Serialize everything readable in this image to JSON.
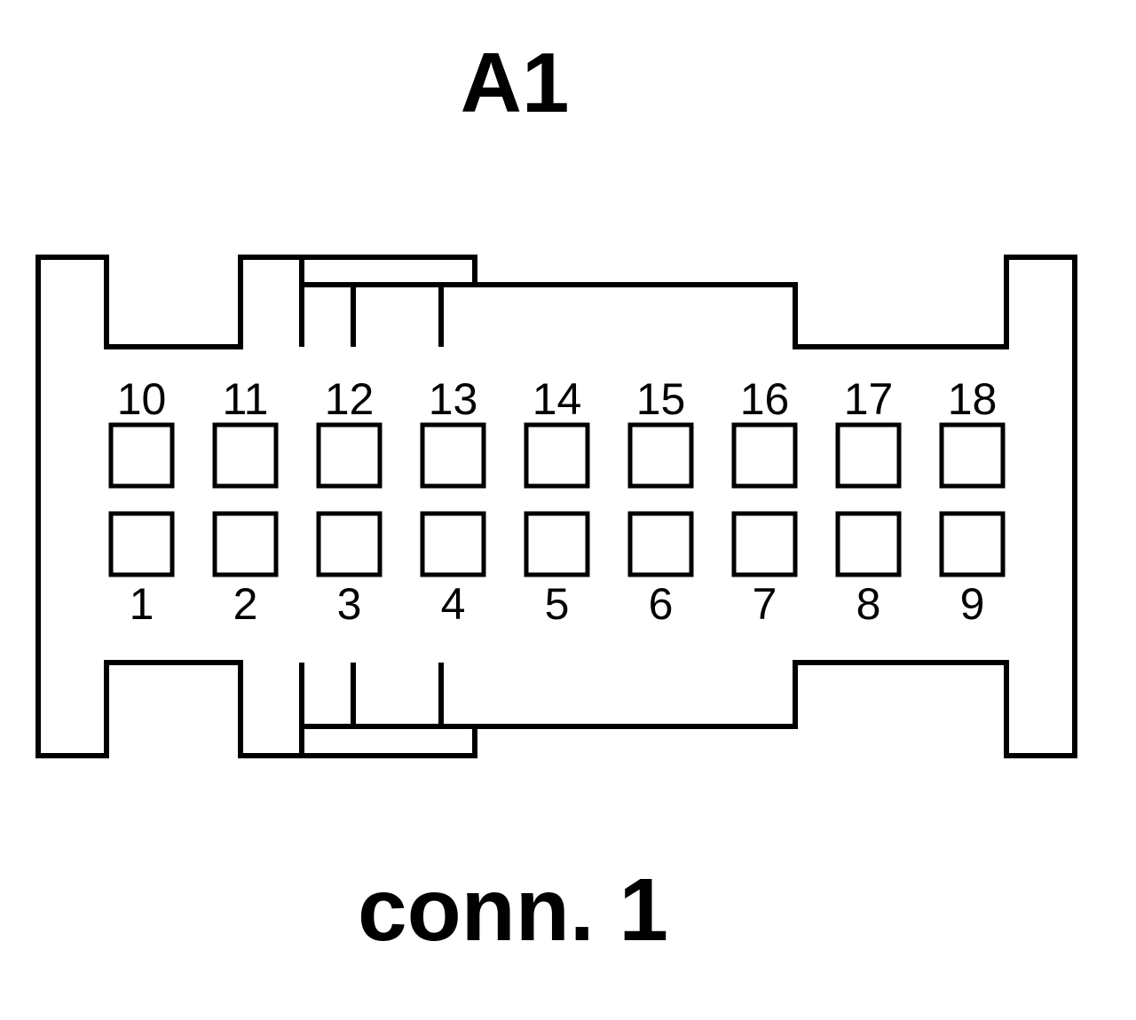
{
  "diagram": {
    "title": "A1",
    "caption": "conn. 1",
    "top_row_pins": [
      "10",
      "11",
      "12",
      "13",
      "14",
      "15",
      "16",
      "17",
      "18"
    ],
    "bottom_row_pins": [
      "1",
      "2",
      "3",
      "4",
      "5",
      "6",
      "7",
      "8",
      "9"
    ]
  }
}
